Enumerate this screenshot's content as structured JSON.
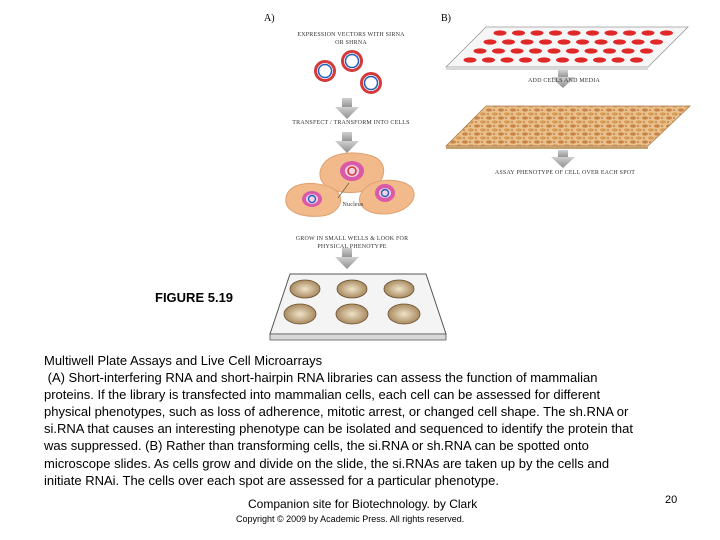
{
  "diagram": {
    "panel_a_label": "A)",
    "panel_b_label": "B)",
    "step_a1": "Expression vectors with siRNA or shRNA",
    "step_a2": "Transfect / transform into cells",
    "nucleus_label": "Nucleus",
    "step_a3": "Grow in small wells & look for physical phenotype",
    "step_b1": "Add cells and media",
    "step_b2": "Assay phenotype of cell over each spot"
  },
  "figure_title": "FIGURE 5.19",
  "caption": {
    "title": "Multiwell Plate Assays and Live Cell Microarrays",
    "lines": [
      " (A) Short-interfering RNA and short-hairpin RNA libraries can assess the function of mammalian",
      "proteins. If the library is transfected into mammalian cells, each cell can be assessed for different",
      "physical phenotypes, such as loss of adherence, mitotic arrest, or changed cell shape. The sh.RNA or",
      "si.RNA that causes an interesting phenotype can be isolated and sequenced to identify the protein that",
      "was suppressed. (B) Rather than transforming cells, the si.RNA or sh.RNA can be spotted onto",
      "microscope slides. As cells grow and divide on the slide, the si.RNAs are taken up by the cells and",
      "initiate RNAi. The cells over each spot are assessed for a particular phenotype."
    ]
  },
  "footer": {
    "companion": "Companion site for Biotechnology. by Clark",
    "copyright": "Copyright © 2009 by Academic Press. All rights reserved.",
    "page_number": "20"
  },
  "colors": {
    "plasmid_ring": "#d43a3a",
    "plasmid_inner": "#1f5fbf",
    "cell_body": "#f2b98a",
    "nucleus": "#d85aa8",
    "spot_red": "#e02828",
    "arrow_gray": "#a8a8a8",
    "cell_layer": "#e3b47a"
  }
}
